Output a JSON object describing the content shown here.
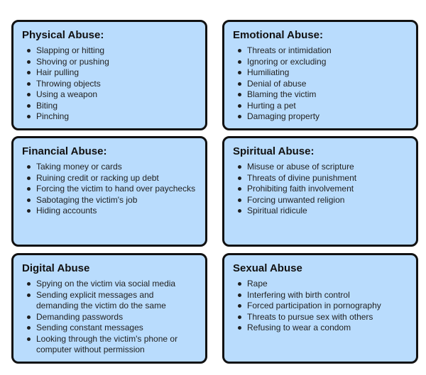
{
  "cards": [
    {
      "title": "Physical Abuse:",
      "items": [
        "Slapping or hitting",
        "Shoving or pushing",
        "Hair pulling",
        "Throwing objects",
        "Using a weapon",
        "Biting",
        "Pinching"
      ]
    },
    {
      "title": "Emotional Abuse:",
      "items": [
        "Threats or intimidation",
        "Ignoring or excluding",
        "Humiliating",
        "Denial of abuse",
        "Blaming the victim",
        "Hurting a pet",
        "Damaging property"
      ]
    },
    {
      "title": "Financial Abuse:",
      "items": [
        "Taking money or cards",
        "Ruining credit or racking up debt",
        "Forcing the victim to hand over paychecks",
        "Sabotaging the victim's job",
        "Hiding accounts"
      ]
    },
    {
      "title": "Spiritual Abuse:",
      "items": [
        "Misuse or abuse of scripture",
        "Threats of divine punishment",
        "Prohibiting faith involvement",
        "Forcing unwanted religion",
        "Spiritual ridicule"
      ]
    },
    {
      "title": "Digital Abuse",
      "items": [
        "Spying on the victim via social media",
        "Sending explicit messages and demanding the victim do the same",
        "Demanding passwords",
        "Sending constant messages",
        "Looking through the victim's phone or computer without permission"
      ]
    },
    {
      "title": "Sexual Abuse",
      "items": [
        "Rape",
        "Interfering with birth control",
        "Forced participation in pornography",
        "Threats to pursue sex with others",
        "Refusing to wear a condom"
      ]
    }
  ],
  "colors": {
    "card_background": "#b9dcfd",
    "card_border": "#111111",
    "text": "#1f1f1f"
  }
}
